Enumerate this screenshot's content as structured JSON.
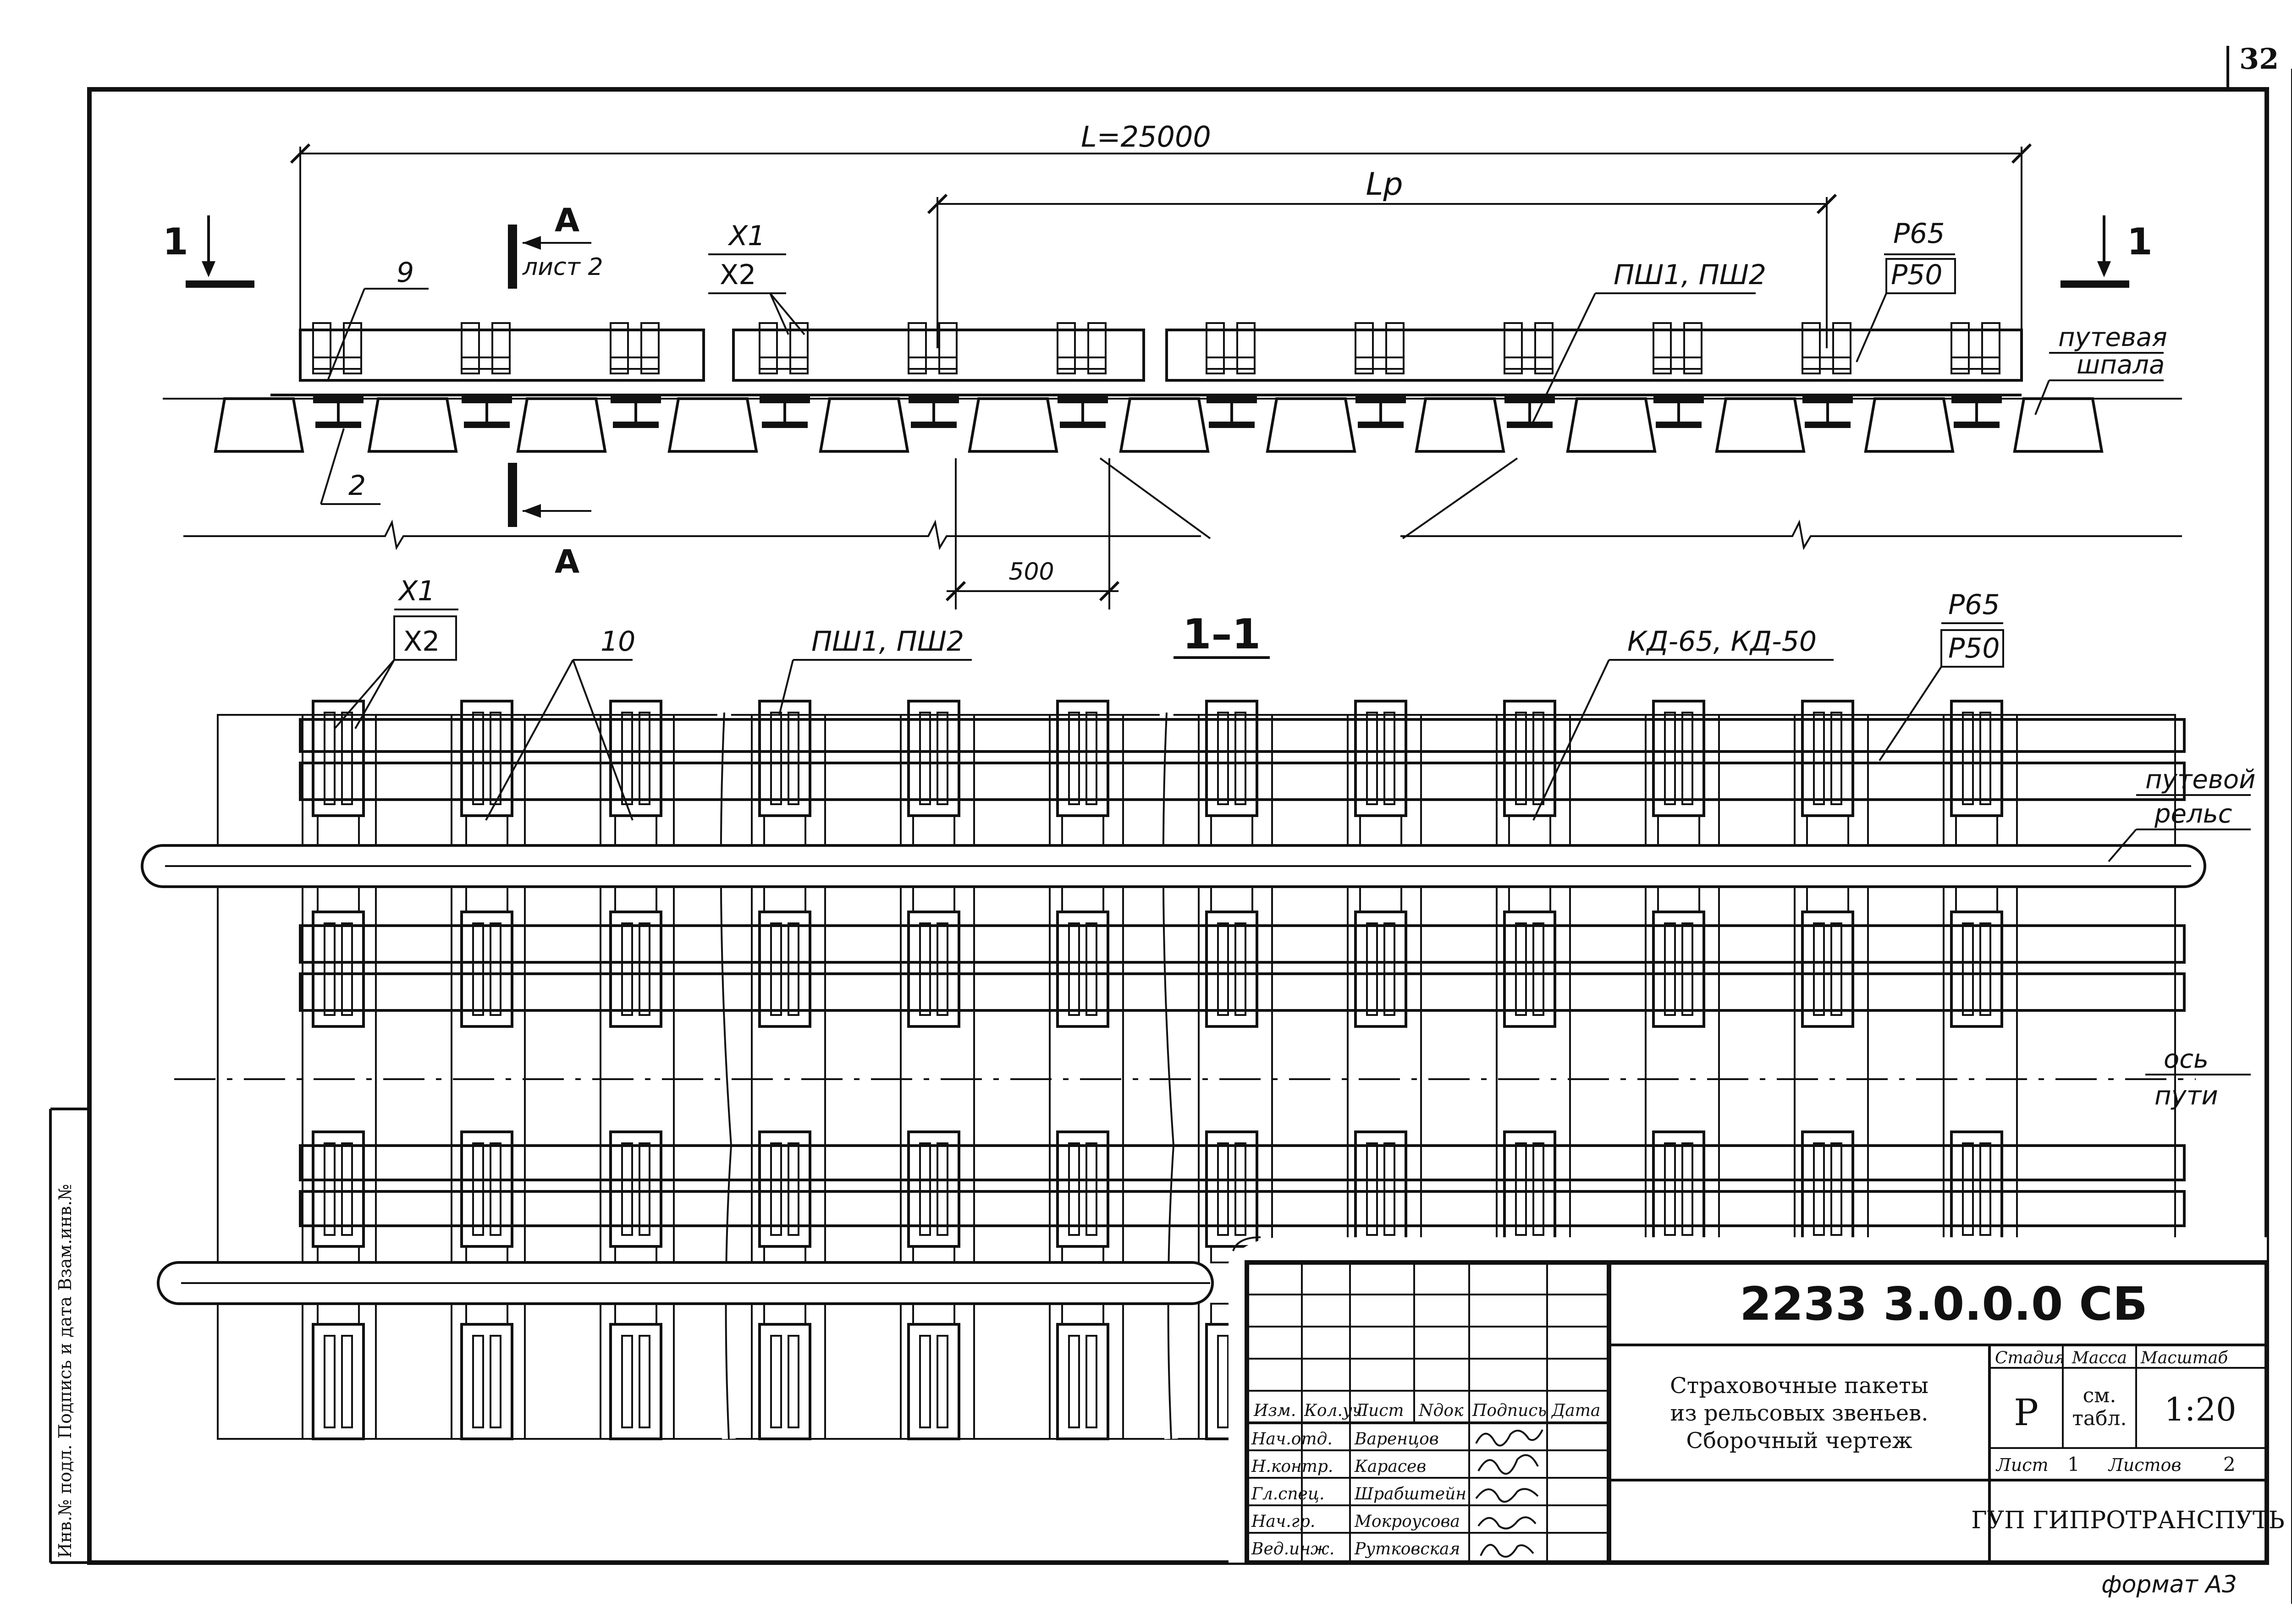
{
  "sheet": {
    "page_number": "32",
    "format_label": "формат А3"
  },
  "dimensions": {
    "total_length": "L=25000",
    "rail_length": "Lp",
    "offset": "500"
  },
  "elevation_view": {
    "section_mark": "1",
    "view_label": "А",
    "view_sheet_ref": "лист 2",
    "callout_9": "9",
    "callout_2": "2",
    "callout_x1": "X1",
    "callout_x2": "X2",
    "callout_psh": "ПШ1, ПШ2",
    "callout_p65": "Р65",
    "callout_p50": "Р50",
    "sleeper_label_1": "путевая",
    "sleeper_label_2": "шпала"
  },
  "plan_view": {
    "section_title": "1–1",
    "callout_x1": "X1",
    "callout_x2": "X2",
    "callout_10": "10",
    "callout_psh": "ПШ1, ПШ2",
    "callout_kd": "КД-65, КД-50",
    "callout_p65": "Р65",
    "callout_p50": "Р50",
    "rail_label_1": "путевой",
    "rail_label_2": "рельс",
    "axis_label_1": "ось",
    "axis_label_2": "пути"
  },
  "title_block": {
    "doc_code": "2233 3.0.0.0 СБ",
    "title_line1": "Страховочные пакеты",
    "title_line2": "из рельсовых звеньев.",
    "title_line3": "Сборочный чертеж",
    "col_izm": "Изм.",
    "col_koluch": "Кол.уч",
    "col_list": "Лист",
    "col_ndok": "Nдок",
    "col_podpis": "Подпись",
    "col_data": "Дата",
    "roles": [
      "Нач.отд.",
      "Н.контр.",
      "Гл.спец.",
      "Нач.гр.",
      "Вед.инж."
    ],
    "names": [
      "Варенцов",
      "Карасев",
      "Шрабштейн",
      "Мокроусова",
      "Рутковская"
    ],
    "stage_header": "Стадия",
    "mass_header": "Масса",
    "scale_header": "Масштаб",
    "stage_value": "Р",
    "mass_value_1": "см.",
    "mass_value_2": "табл.",
    "scale_value": "1:20",
    "sheet_label": "Лист",
    "sheet_value": "1",
    "sheets_label": "Листов",
    "sheets_value": "2",
    "organization": "ГУП ГИПРОТРАНСПУТЬ"
  },
  "side_stamp": {
    "text": "Инв.№ подл.  Подпись и дата  Взам.инв.№"
  }
}
